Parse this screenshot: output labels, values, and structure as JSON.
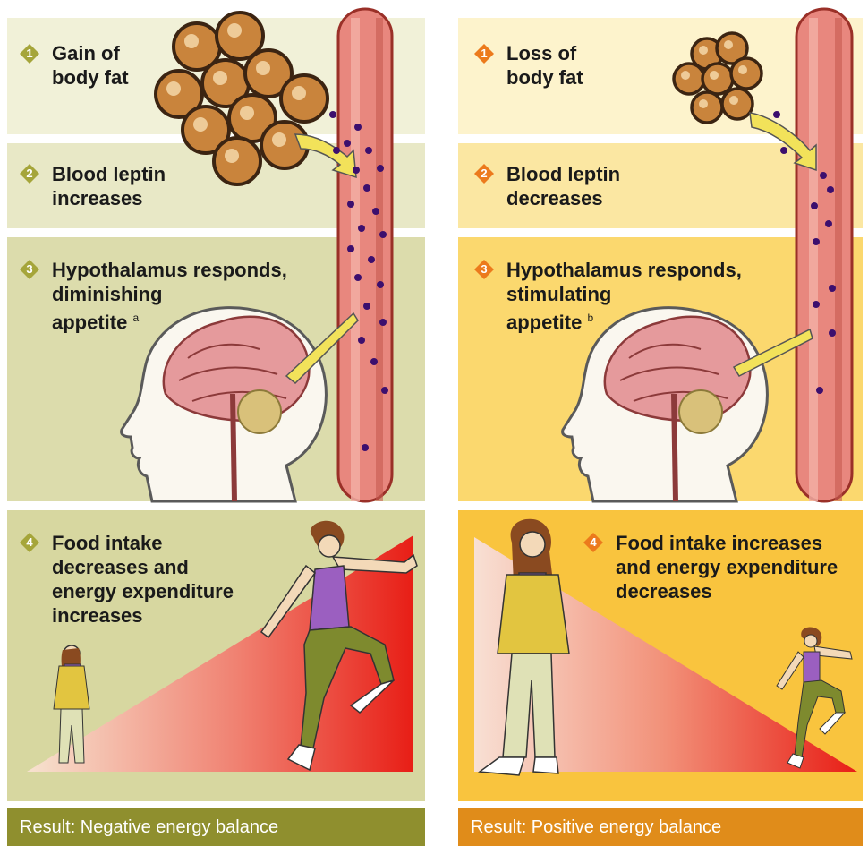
{
  "left": {
    "step1": {
      "number": "1",
      "lines": [
        "Gain of",
        "body fat"
      ]
    },
    "step2": {
      "number": "2",
      "lines": [
        "Blood leptin",
        "increases"
      ]
    },
    "step3": {
      "number": "3",
      "lines": [
        "Hypothalamus responds,",
        "diminishing",
        "appetite"
      ],
      "footnote": "a"
    },
    "step4": {
      "number": "4",
      "lines": [
        "Food intake",
        "decreases and",
        "energy expenditure",
        "increases"
      ]
    },
    "result": "Result: Negative energy balance"
  },
  "right": {
    "step1": {
      "number": "1",
      "lines": [
        "Loss of",
        "body fat"
      ]
    },
    "step2": {
      "number": "2",
      "lines": [
        "Blood leptin",
        "decreases"
      ]
    },
    "step3": {
      "number": "3",
      "lines": [
        "Hypothalamus responds,",
        "stimulating",
        "appetite"
      ],
      "footnote": "b"
    },
    "step4": {
      "number": "4",
      "lines": [
        "Food intake increases",
        "and energy expenditure",
        "decreases"
      ]
    },
    "result": "Result: Positive energy balance"
  },
  "colors": {
    "left_band_light": "#f1f1d8",
    "left_band_mid": "#e6e6c4",
    "left_band_dark": "#d9d9a6",
    "left_result": "#8f8f2e",
    "left_badge": "#a5a53a",
    "right_band_light": "#fdf3cc",
    "right_band_mid": "#fbe59a",
    "right_band_dark": "#fbd465",
    "right_bottom": "#f9c23b",
    "right_result": "#e08c1a",
    "right_badge": "#ec7a1c",
    "vessel": "#e8877e",
    "leptin": "#3c0f6e",
    "fat_cell": "#c9843c",
    "triangle_red": "#e81e16"
  }
}
